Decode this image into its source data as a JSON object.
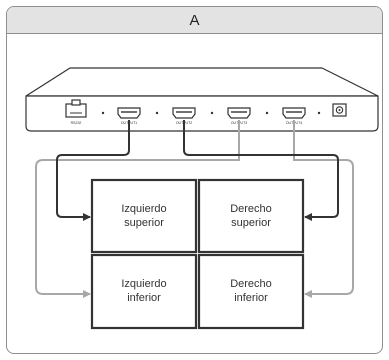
{
  "panel": {
    "letter": "A"
  },
  "device": {
    "ports": {
      "rs232": "RS232",
      "output1": "OUTPUT1",
      "output2": "OUTPUT2",
      "output3": "OUTPUT3",
      "output4": "OUTPUT4"
    }
  },
  "screens": {
    "top_left": {
      "line1": "Izquierdo",
      "line2": "superior"
    },
    "top_right": {
      "line1": "Derecho",
      "line2": "superior"
    },
    "bottom_left": {
      "line1": "Izquierdo",
      "line2": "inferior"
    },
    "bottom_right": {
      "line1": "Derecho",
      "line2": "inferior"
    }
  },
  "colors": {
    "device_outline": "#333333",
    "screen_border": "#333333",
    "cable_dark": "#333333",
    "cable_light": "#a8a8a8",
    "header_bg": "#e3e3e3",
    "frame_border": "#8f8f8f"
  }
}
